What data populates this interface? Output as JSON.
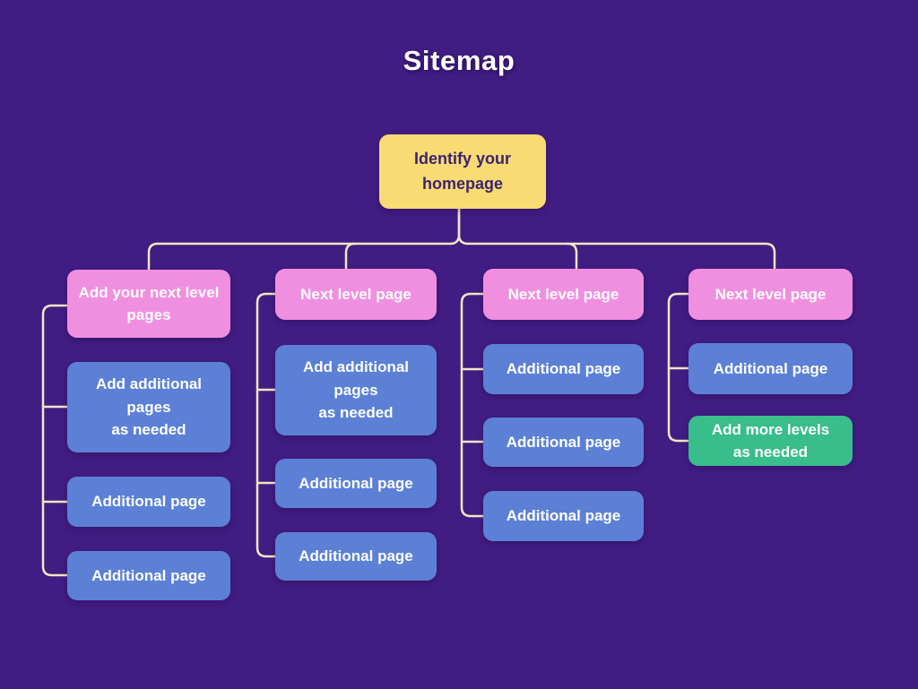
{
  "title": "Sitemap",
  "colors": {
    "background": "#411C82",
    "root_fill": "#F8DB72",
    "head_fill": "#F08FE0",
    "child_fill": "#5C80D6",
    "accent_fill": "#38BD8B",
    "connector": "#F3E5C4",
    "root_text": "#3D2372",
    "node_text": "#FFFFFF"
  },
  "nodes": {
    "root": {
      "label": "Identify your\nhomepage"
    },
    "col1": {
      "head": "Add your next level\npages",
      "items": [
        "Add additional\npages\nas needed",
        "Additional page",
        "Additional page"
      ]
    },
    "col2": {
      "head": "Next level page",
      "items": [
        "Add additional\npages\nas needed",
        "Additional page",
        "Additional page"
      ]
    },
    "col3": {
      "head": "Next level page",
      "items": [
        "Additional page",
        "Additional page",
        "Additional page"
      ]
    },
    "col4": {
      "head": "Next level page",
      "items": [
        "Additional page",
        "Add more levels\nas needed"
      ]
    }
  }
}
